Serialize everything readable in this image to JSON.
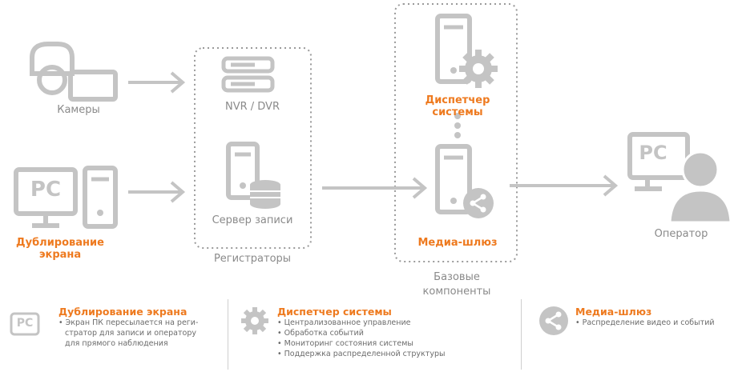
{
  "nodes": {
    "cameras": "Камеры",
    "screen_duplication": [
      "Дублирование",
      "экрана"
    ],
    "nvr_dvr": "NVR / DVR",
    "recording_server": "Сервер записи",
    "recorders_group": "Регистраторы",
    "system_manager": "Диспетчер системы",
    "media_gateway": "Медиа-шлюз",
    "core_group": [
      "Базовые",
      "компоненты"
    ],
    "operator": "Оператор",
    "pc_text": "PC"
  },
  "legend": {
    "screen_duplication": {
      "icon": "pc-icon",
      "title": "Дублирование экрана",
      "items": [
        "• Экран ПК пересылается на реги-",
        "стратор для записи и оператору",
        "для прямого наблюдения"
      ]
    },
    "system_manager": {
      "icon": "gear-icon",
      "title": "Диспетчер системы",
      "items": [
        "• Централизованное управление",
        "• Обработка событий",
        "• Мониторинг состояния системы",
        "• Поддержка распределенной структуры"
      ]
    },
    "media_gateway": {
      "icon": "share-icon",
      "title": "Медиа-шлюз",
      "items": [
        "• Распределение видео и событий"
      ]
    }
  },
  "colors": {
    "gray": "#8a8a8a",
    "icon": "#c4c4c4",
    "orange": "#ee7a1f"
  }
}
